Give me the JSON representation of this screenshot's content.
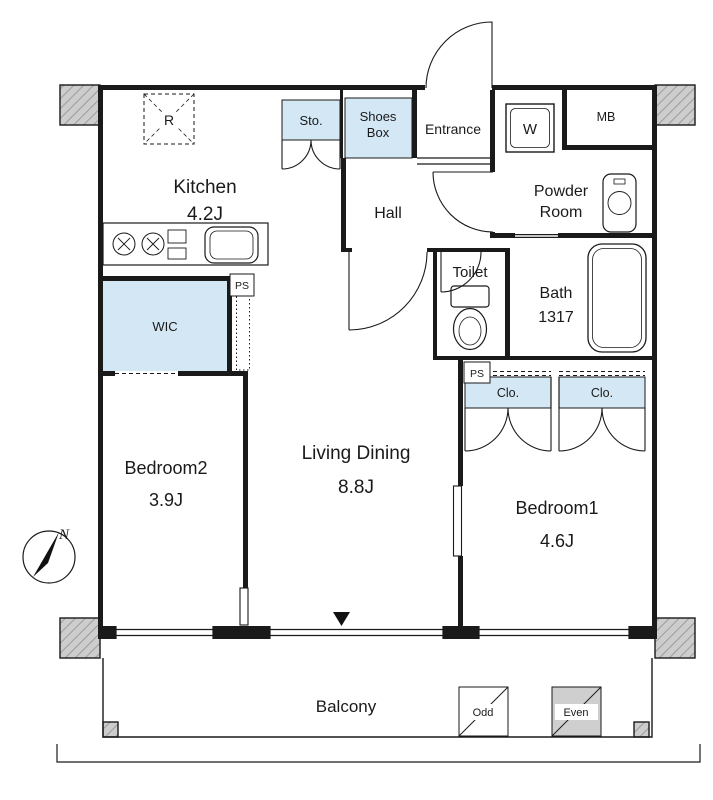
{
  "plan": {
    "labels": {
      "kitchen_name": "Kitchen",
      "kitchen_size": "4.2J",
      "living_name": "Living Dining",
      "living_size": "8.8J",
      "bedroom1_name": "Bedroom1",
      "bedroom1_size": "4.6J",
      "bedroom2_name": "Bedroom2",
      "bedroom2_size": "3.9J",
      "hall": "Hall",
      "entrance": "Entrance",
      "powder_line1": "Powder",
      "powder_line2": "Room",
      "toilet": "Toilet",
      "bath_name": "Bath",
      "bath_size": "1317",
      "wic": "WIC",
      "balcony": "Balcony",
      "storage": "Sto.",
      "shoes_line1": "Shoes",
      "shoes_line2": "Box",
      "refrigerator": "R",
      "washer": "W",
      "meter_box": "MB",
      "ps_kitchen": "PS",
      "ps_toilet": "PS",
      "closet1": "Clo.",
      "closet2": "Clo.",
      "hatch_odd": "Odd",
      "hatch_even": "Even",
      "north": "N"
    },
    "colors": {
      "closet_fill": "#d4e7f4",
      "pillar_fill": "#cdcdcd",
      "wall": "#1a1a1a"
    }
  }
}
